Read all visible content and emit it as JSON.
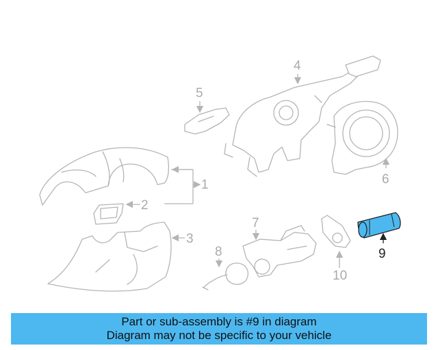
{
  "callouts": {
    "c1": "1",
    "c2": "2",
    "c3": "3",
    "c4": "4",
    "c5": "5",
    "c6": "6",
    "c7": "7",
    "c8": "8",
    "c9": "9",
    "c10": "10"
  },
  "highlight": {
    "part_number": "9",
    "color": "#4db8f0"
  },
  "banner": {
    "line1": "Part or sub-assembly is #9 in diagram",
    "line2": "Diagram may not be specific to your vehicle",
    "background": "#4db8f0"
  }
}
